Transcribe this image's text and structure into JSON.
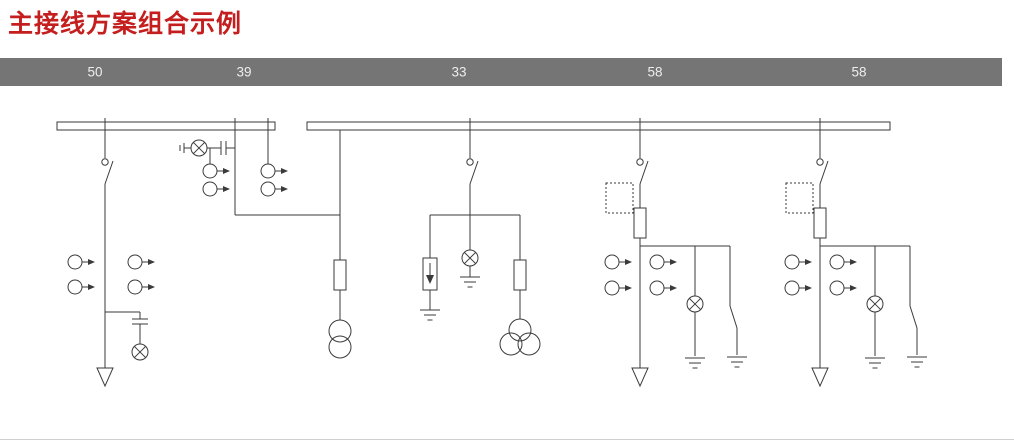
{
  "title": "主接线方案组合示例",
  "colors": {
    "title_red": "#c41e1e",
    "scheme_bar_gray": "#757575",
    "scheme_bar_text": "#eeeeee",
    "diagram_line": "#3a3a3a"
  },
  "header": {
    "cells": [
      {
        "label": "50"
      },
      {
        "label": "39"
      },
      {
        "label": "33"
      },
      {
        "label": "58"
      },
      {
        "label": "58"
      }
    ]
  },
  "diagram": {
    "symbols": [
      "busbar",
      "disconnector",
      "current-transformer",
      "voltage-indicator-lamp",
      "capacitor",
      "fuse",
      "surge-arrester",
      "two-winding-transformer",
      "three-winding-transformer",
      "earth-ground",
      "cable-terminal",
      "withdrawable-unit",
      "earthing-switch"
    ]
  }
}
